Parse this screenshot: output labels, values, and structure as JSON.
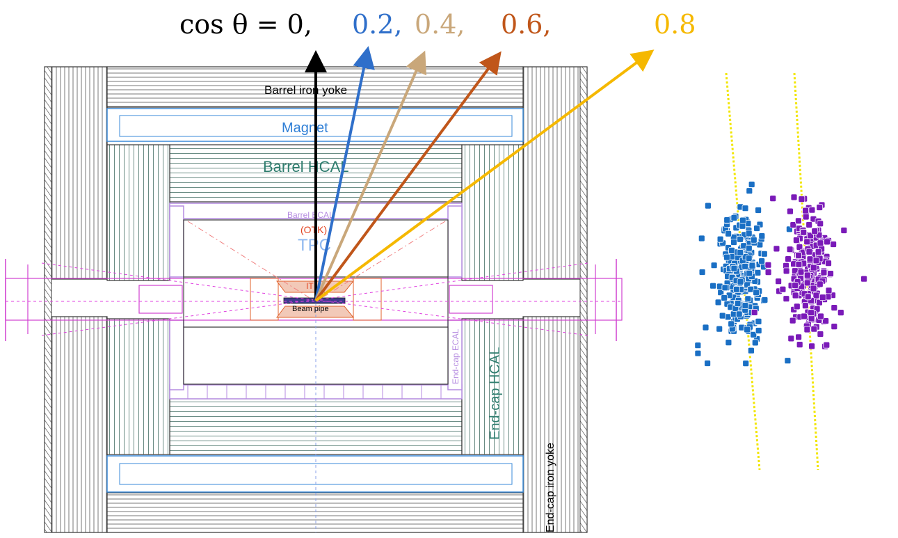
{
  "header": {
    "cos_prefix": "cos θ = 0,",
    "angle_values": [
      {
        "text": "0.2,",
        "color": "#2f6fca"
      },
      {
        "text": "0.4,",
        "color": "#c9a77a"
      },
      {
        "text": "0.6,",
        "color": "#c0561a"
      },
      {
        "text": "0.8",
        "color": "#f5b800"
      }
    ]
  },
  "arrows": [
    {
      "cos": "0",
      "color": "#000000"
    },
    {
      "cos": "0.2",
      "color": "#2f6fca"
    },
    {
      "cos": "0.4",
      "color": "#c9a77a"
    },
    {
      "cos": "0.6",
      "color": "#c0561a"
    },
    {
      "cos": "0.8",
      "color": "#f5b800"
    }
  ],
  "detector": {
    "barrel_yoke": "Barrel iron yoke",
    "magnet": "Magnet",
    "barrel_hcal": "Barrel HCAL",
    "barrel_ecal": "Barrel ECAL",
    "otk": "(OTK)",
    "tpc": "TPC",
    "it": "IT",
    "beam_pipe": "Beam pipe",
    "endcap_ecal": "End-cap ECAL",
    "endcap_hcal": "End-cap HCAL",
    "endcap_yoke": "End-cap iron yoke"
  },
  "colors": {
    "magnet_text": "#2f7fd6",
    "hcal_text": "#2e7d6e",
    "ecal_text": "#b58be0",
    "otk_text": "#e2401c",
    "tpc_text": "#8fb8ef",
    "dash_magenta": "#e040e0",
    "blue_cluster": "#1a6fc4",
    "purple_cluster": "#7a1ab8",
    "track_yellow": "#f2e600"
  }
}
